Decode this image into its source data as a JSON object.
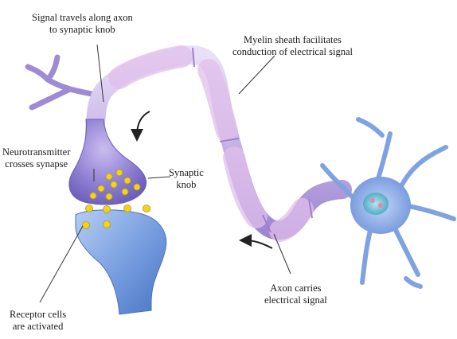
{
  "labels": {
    "signal_travels": [
      "Signal travels along axon",
      "to synaptic knob"
    ],
    "myelin": [
      "Myelin sheath facilitates",
      "conduction of electrical signal"
    ],
    "neurotransmitter": [
      "Neurotransmitter",
      "crosses synapse"
    ],
    "synaptic_knob": [
      "Synaptic",
      "knob"
    ],
    "axon_carries": [
      "Axon carries",
      "electrical signal"
    ],
    "receptor": [
      "Receptor cells",
      "are activated"
    ]
  },
  "colors": {
    "axon_purple": "#b9a6e0",
    "myelin": "#d9b3e6",
    "knob": "#8c7fd0",
    "receptor": "#7da4e0",
    "neuron_body": "#8fb0ec",
    "nucleus": "#5fb7c9",
    "vesicle": "#f2d21c"
  }
}
